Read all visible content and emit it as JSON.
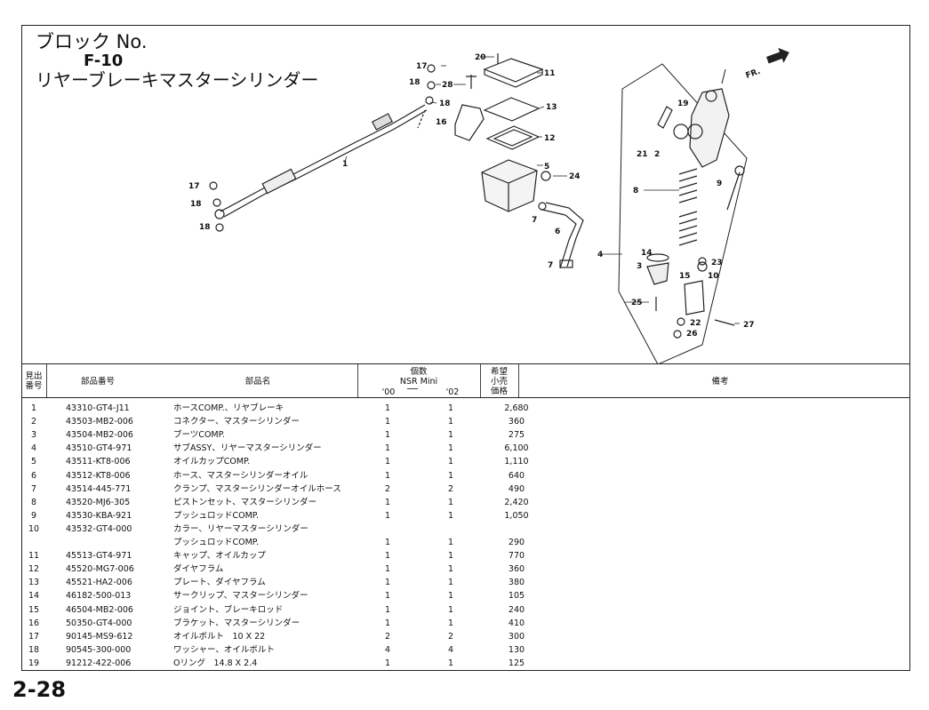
{
  "title": {
    "block": "ブロック No.",
    "code": "F-10",
    "name": "リヤーブレーキマスターシリンダー"
  },
  "fr_label": "FR.",
  "callouts": [
    "1",
    "2",
    "3",
    "4",
    "5",
    "6",
    "7",
    "7",
    "8",
    "9",
    "10",
    "11",
    "12",
    "13",
    "14",
    "15",
    "16",
    "17",
    "17",
    "18",
    "18",
    "18",
    "18",
    "19",
    "20",
    "21",
    "22",
    "23",
    "24",
    "25",
    "26",
    "27",
    "28"
  ],
  "table_header": {
    "ref": "見出\n番号",
    "part_no": "部品番号",
    "part_name": "部品名",
    "qty": "個数",
    "model": "NSR Mini",
    "year1": "'00",
    "year2": "'02",
    "price": "希望\n小売\n価格",
    "remarks": "備考"
  },
  "rows": [
    {
      "no": "1",
      "part": "43310-GT4-J11",
      "name": "ホースCOMP.、リヤブレーキ",
      "q1": "1",
      "q2": "1",
      "price": "2,680"
    },
    {
      "no": "2",
      "part": "43503-MB2-006",
      "name": "コネクター、マスターシリンダー",
      "q1": "1",
      "q2": "1",
      "price": "360"
    },
    {
      "no": "3",
      "part": "43504-MB2-006",
      "name": "ブーツCOMP.",
      "q1": "1",
      "q2": "1",
      "price": "275"
    },
    {
      "no": "4",
      "part": "43510-GT4-971",
      "name": "サブASSY、リヤーマスターシリンダー",
      "q1": "1",
      "q2": "1",
      "price": "6,100"
    },
    {
      "no": "5",
      "part": "43511-KT8-006",
      "name": "オイルカップCOMP.",
      "q1": "1",
      "q2": "1",
      "price": "1,110"
    },
    {
      "no": "6",
      "part": "43512-KT8-006",
      "name": "ホース、マスターシリンダーオイル",
      "q1": "1",
      "q2": "1",
      "price": "640"
    },
    {
      "no": "7",
      "part": "43514-445-771",
      "name": "クランプ、マスターシリンダーオイルホース",
      "q1": "2",
      "q2": "2",
      "price": "490"
    },
    {
      "no": "8",
      "part": "43520-MJ6-305",
      "name": "ピストンセット、マスターシリンダー",
      "q1": "1",
      "q2": "1",
      "price": "2,420"
    },
    {
      "no": "9",
      "part": "43530-KBA-921",
      "name": "プッシュロッドCOMP.",
      "q1": "1",
      "q2": "1",
      "price": "1,050"
    },
    {
      "no": "10",
      "part": "43532-GT4-000",
      "name": "カラー、リヤーマスターシリンダー",
      "q1": "",
      "q2": "",
      "price": ""
    },
    {
      "no": "",
      "part": "",
      "name": "プッシュロッドCOMP.",
      "q1": "1",
      "q2": "1",
      "price": "290"
    },
    {
      "no": "11",
      "part": "45513-GT4-971",
      "name": "キャップ、オイルカップ",
      "q1": "1",
      "q2": "1",
      "price": "770"
    },
    {
      "no": "12",
      "part": "45520-MG7-006",
      "name": "ダイヤフラム",
      "q1": "1",
      "q2": "1",
      "price": "360"
    },
    {
      "no": "13",
      "part": "45521-HA2-006",
      "name": "プレート、ダイヤフラム",
      "q1": "1",
      "q2": "1",
      "price": "380"
    },
    {
      "no": "14",
      "part": "46182-500-013",
      "name": "サークリップ、マスターシリンダー",
      "q1": "1",
      "q2": "1",
      "price": "105"
    },
    {
      "no": "15",
      "part": "46504-MB2-006",
      "name": "ジョイント、ブレーキロッド",
      "q1": "1",
      "q2": "1",
      "price": "240"
    },
    {
      "no": "16",
      "part": "50350-GT4-000",
      "name": "ブラケット、マスターシリンダー",
      "q1": "1",
      "q2": "1",
      "price": "410"
    },
    {
      "no": "17",
      "part": "90145-MS9-612",
      "name": "オイルボルト　10 X 22",
      "q1": "2",
      "q2": "2",
      "price": "300"
    },
    {
      "no": "18",
      "part": "90545-300-000",
      "name": "ワッシャー、オイルボルト",
      "q1": "4",
      "q2": "4",
      "price": "130"
    },
    {
      "no": "19",
      "part": "91212-422-006",
      "name": "Oリング　14.8 X 2.4",
      "q1": "1",
      "q2": "1",
      "price": "125"
    }
  ],
  "page_number": "2-28"
}
